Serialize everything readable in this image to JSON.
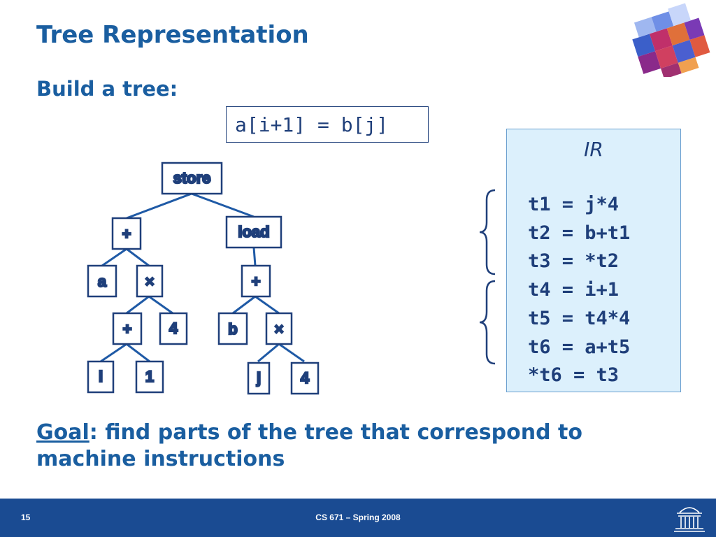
{
  "slide": {
    "title": "Tree Representation",
    "subtitle": "Build a tree:",
    "expression": "a[i+1] = b[j]",
    "slide_number": "15",
    "course": "CS 671 – Spring 2008"
  },
  "ir": {
    "title": "IR",
    "lines": [
      "t1 = j*4",
      "t2 = b+t1",
      "t3 = *t2",
      "t4 = i+1",
      "t5 = t4*4",
      "t6 = a+t5",
      "*t6 = t3"
    ]
  },
  "tree": {
    "nodes": {
      "store": "store",
      "plus_left": "+",
      "load": "load",
      "a": "a",
      "times_left": "×",
      "plus_right": "+",
      "plus_inner": "+",
      "four_left": "4",
      "b": "b",
      "times_right": "×",
      "i": "i",
      "one": "1",
      "j": "j",
      "four_right": "4"
    }
  },
  "goal": {
    "word": "Goal",
    "text": ": find parts of the tree that correspond to machine instructions"
  },
  "colors": {
    "title": "#1a5ea0",
    "node_border": "#1f3f7a",
    "edge": "#1f5aa6",
    "ir_bg": "#dcf0fc",
    "footer_bg": "#1a4b92"
  },
  "icons": [
    "cube-logo-icon",
    "rotunda-logo-icon",
    "left-brace-icon"
  ]
}
